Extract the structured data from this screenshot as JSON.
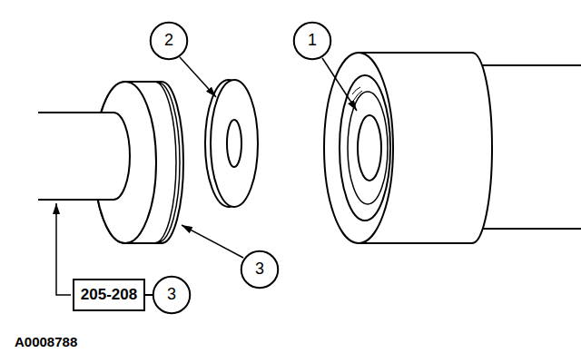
{
  "diagram": {
    "nodes": [
      {
        "text": [
          "2"
        ]
      },
      {
        "text": [
          "1"
        ]
      },
      {
        "text": [
          "3"
        ]
      },
      {
        "text": [
          "205-208"
        ]
      },
      {
        "text": [
          "3"
        ]
      }
    ],
    "edges": [
      {
        "from": 3,
        "to": 4,
        "arrow": "none"
      }
    ],
    "labels": [
      "A0008788"
    ]
  }
}
